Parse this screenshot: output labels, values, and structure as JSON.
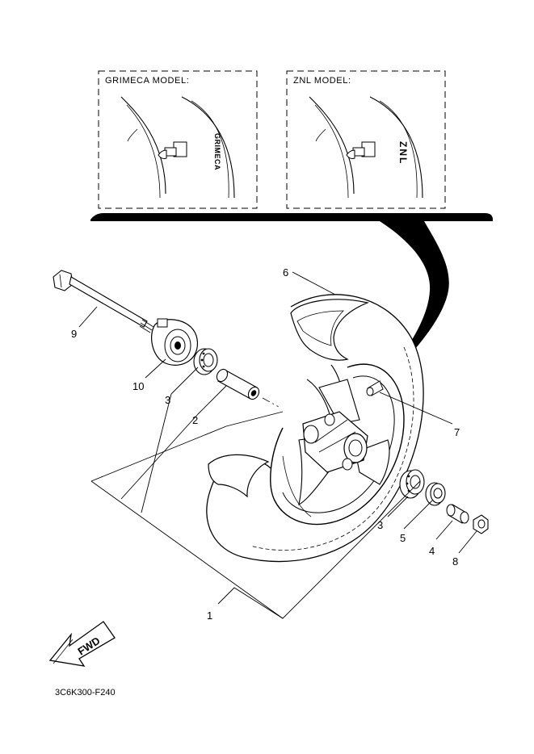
{
  "insets": [
    {
      "title": "GRIMECA MODEL:",
      "tire_text": "GRIMECA"
    },
    {
      "title": "ZNL MODEL:",
      "tire_text": "ZNL"
    }
  ],
  "callouts": [
    "1",
    "2",
    "3",
    "3",
    "4",
    "5",
    "6",
    "7",
    "8",
    "9",
    "10"
  ],
  "direction_arrow": {
    "label": "FWD",
    "icon": "forward-arrow-icon"
  },
  "diagram_code": "3C6K300-F240"
}
